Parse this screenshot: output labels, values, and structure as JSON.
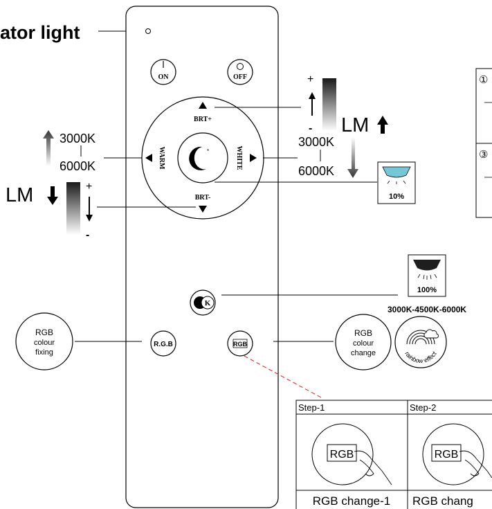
{
  "indicator": {
    "label": "ator light"
  },
  "remote": {
    "buttons": {
      "on": "ON",
      "off": "OFF",
      "brt_up": "BRT+",
      "brt_down": "BRT-",
      "warm": "WARM",
      "white": "WHITE",
      "k": "K",
      "rgb_fix": "R.G.B",
      "rgb_change": "RGB"
    }
  },
  "left": {
    "temp_top": "3000K",
    "temp_bottom": "6000K",
    "lm_down": "LM",
    "plus": "+",
    "minus": "-"
  },
  "right": {
    "plus": "+",
    "minus": "-",
    "lm_up": "LM",
    "temp_top": "3000K",
    "temp_bottom": "6000K",
    "night_percent": "10%",
    "full_percent": "100%",
    "cct_cycle": "3000K-4500K-6000K"
  },
  "badges": {
    "rgb_fix": [
      "RGB",
      "colour",
      "fixing"
    ],
    "rgb_change": [
      "RGB",
      "colour",
      "change"
    ],
    "rainbow": "rainbow effect"
  },
  "steps": [
    {
      "title": "Step-1",
      "key": "RGB",
      "caption": "RGB change-1"
    },
    {
      "title": "Step-2",
      "key": "RGB",
      "caption": "RGB chang"
    }
  ],
  "side_panel": {
    "num1": "①",
    "num3": "③"
  }
}
